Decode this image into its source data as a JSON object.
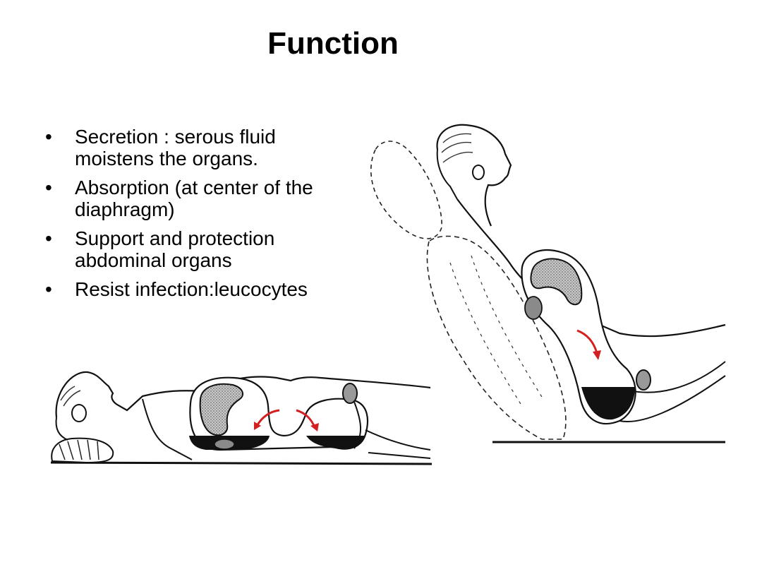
{
  "slide": {
    "title": "Function",
    "bullets": [
      "Secretion : serous fluid moistens the organs.",
      "Absorption (at center of the diaphragm)",
      "Support and protection abdominal organs",
      "Resist infection:leucocytes"
    ]
  },
  "colors": {
    "arrow": "#d42020",
    "organ_fill": "#a8a8a8",
    "fluid": "#111111",
    "outline": "#1a1a1a"
  }
}
